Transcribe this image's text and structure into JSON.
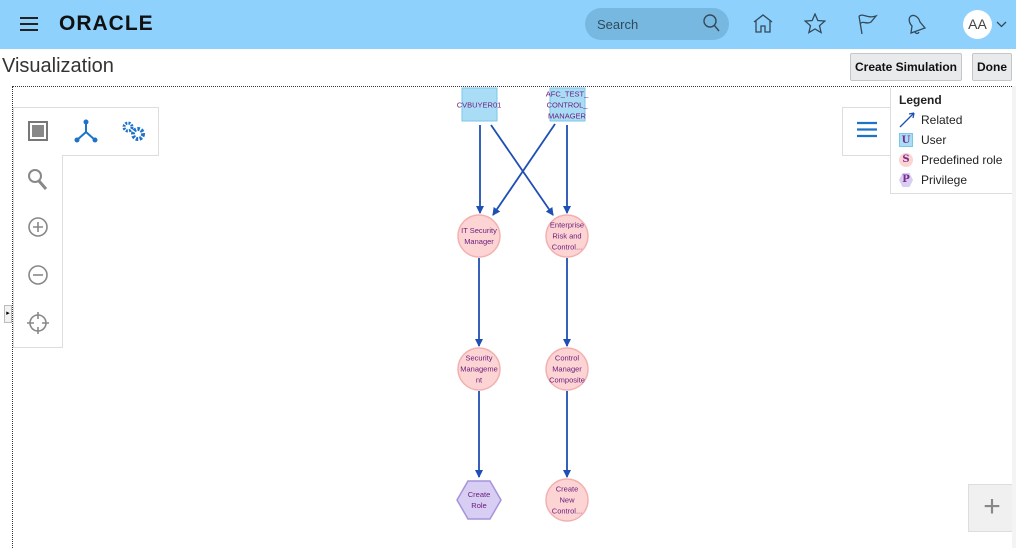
{
  "header": {
    "brand": "ORACLE",
    "search_placeholder": "Search",
    "avatar": "AA",
    "color": "#8ed1fc"
  },
  "page": {
    "title": "Visualization",
    "create_simulation": "Create Simulation",
    "done": "Done"
  },
  "legend": {
    "title": "Legend",
    "items": [
      {
        "label": "Related",
        "icon": "edge-arrow"
      },
      {
        "label": "User",
        "symbol": "U"
      },
      {
        "label": "Predefined role",
        "symbol": "S"
      },
      {
        "label": "Privilege",
        "symbol": "P"
      }
    ]
  },
  "graph": {
    "nodes": [
      {
        "id": "u1",
        "type": "user",
        "lines": [
          "CVBUYER01"
        ]
      },
      {
        "id": "u2",
        "type": "user",
        "lines": [
          "AFC_TEST_",
          "CONTROL_",
          "MANAGER"
        ]
      },
      {
        "id": "r1",
        "type": "role",
        "lines": [
          "IT Security",
          "Manager"
        ]
      },
      {
        "id": "r2",
        "type": "role",
        "lines": [
          "Enterprise",
          "Risk and",
          "Control..."
        ]
      },
      {
        "id": "r3",
        "type": "role",
        "lines": [
          "Security",
          "Manageme",
          "nt"
        ]
      },
      {
        "id": "r4",
        "type": "role",
        "lines": [
          "Control",
          "Manager",
          "Composite"
        ]
      },
      {
        "id": "p1",
        "type": "privilege",
        "lines": [
          "Create",
          "Role"
        ]
      },
      {
        "id": "r5",
        "type": "role",
        "lines": [
          "Create",
          "New",
          "Control..."
        ]
      }
    ],
    "edges": [
      [
        "u1",
        "r1"
      ],
      [
        "u1",
        "r2"
      ],
      [
        "u2",
        "r1"
      ],
      [
        "u2",
        "r2"
      ],
      [
        "r1",
        "r3"
      ],
      [
        "r2",
        "r4"
      ],
      [
        "r3",
        "p1"
      ],
      [
        "r4",
        "r5"
      ]
    ]
  }
}
